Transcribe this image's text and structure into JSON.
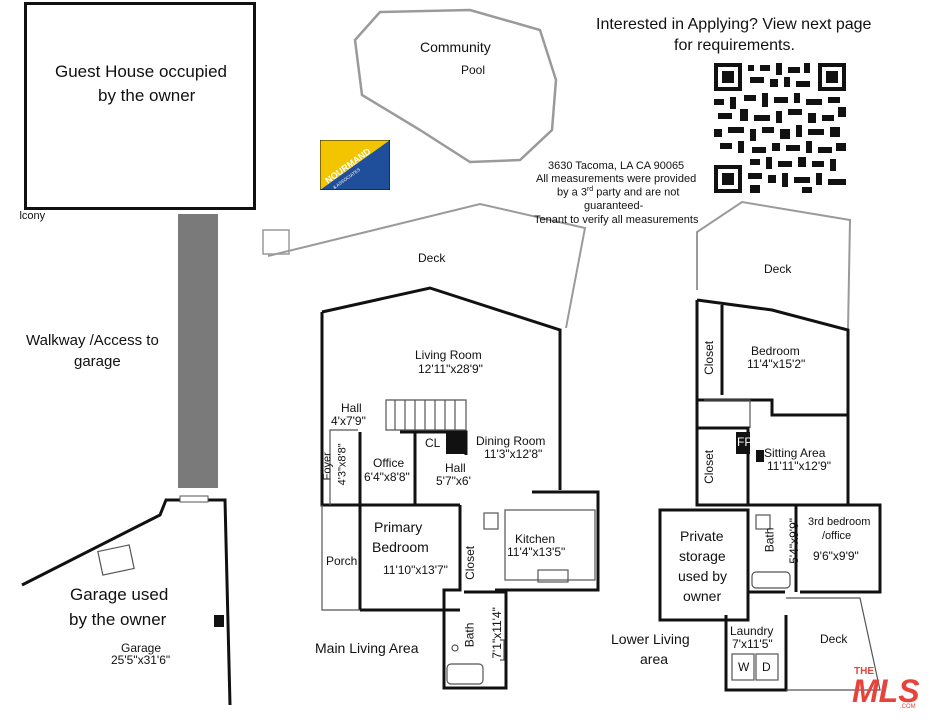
{
  "header": {
    "apply_line1": "Interested in Applying?  View next page",
    "apply_line2": "for requirements."
  },
  "notes": {
    "address": "3630 Tacoma, LA CA 90065",
    "line1": "All measurements were provided",
    "line2_pre": "by a 3",
    "line2_sup": "rd",
    "line2_post": " party and are not",
    "line3": "guaranteed-",
    "line4": "Tenant to verify all measurements"
  },
  "site": {
    "guest_house_line1": "Guest House occupied",
    "guest_house_line2": "by the owner",
    "balcony": "Balcony",
    "walkway_line1": "Walkway /Access to",
    "walkway_line2": "garage",
    "garage_line1": "Garage used",
    "garage_line2": "by the owner",
    "garage_name": "Garage",
    "garage_dim": "25'5\"x31'6\"",
    "pool_name": "Community",
    "pool_sub": "Pool"
  },
  "main_level": {
    "area_label": "Main Living Area",
    "deck": "Deck",
    "living_room": "Living Room",
    "living_room_dim": "12'11\"x28'9\"",
    "hall": "Hall",
    "hall_dim": "4'x7'9\"",
    "cl": "CL",
    "dining_room": "Dining Room",
    "dining_room_dim": "11'3\"x12'8\"",
    "foyer": "Foyer",
    "foyer_dim": "4'3\"x8'8\"",
    "office": "Office",
    "office_dim": "6'4\"x8'8\"",
    "hall2": "Hall",
    "hall2_dim": "5'7\"x6'",
    "primary_line1": "Primary",
    "primary_line2": "Bedroom",
    "primary_dim": "11'10\"x13'7\"",
    "closet": "Closet",
    "kitchen": "Kitchen",
    "kitchen_dim": "11'4\"x13'5\"",
    "porch": "Porch",
    "bath": "Bath",
    "bath_dim": "7'1\"x11'4\""
  },
  "lower_level": {
    "area_line1": "Lower Living",
    "area_line2": "area",
    "deck_top": "Deck",
    "closet_top": "Closet",
    "bedroom": "Bedroom",
    "bedroom_dim": "11'4\"x15'2\"",
    "fp": "FP",
    "closet_mid": "Closet",
    "sitting": "Sitting Area",
    "sitting_dim": "11'11\"x12'9\"",
    "private_line1": "Private",
    "private_line2": "storage",
    "private_line3": "used by",
    "private_line4": "owner",
    "bath": "Bath",
    "bath_dim": "5'4\"x9'9\"",
    "bed3_line1": "3rd bedroom",
    "bed3_line2": "/office",
    "bed3_dim": "9'6\"x9'9\"",
    "laundry": "Laundry",
    "laundry_dim": "7'x11'5\"",
    "washer": "W",
    "dryer": "D",
    "deck_bottom": "Deck"
  },
  "logos": {
    "brand": "NOURMAND",
    "brand_sub": "& ASSOCIATES",
    "mls": "THE MLS",
    "mls_sub": ".COM",
    "brand_colors": {
      "yellow": "#f2c500",
      "blue": "#1f4e9a",
      "mls_red": "#e8423a"
    }
  }
}
